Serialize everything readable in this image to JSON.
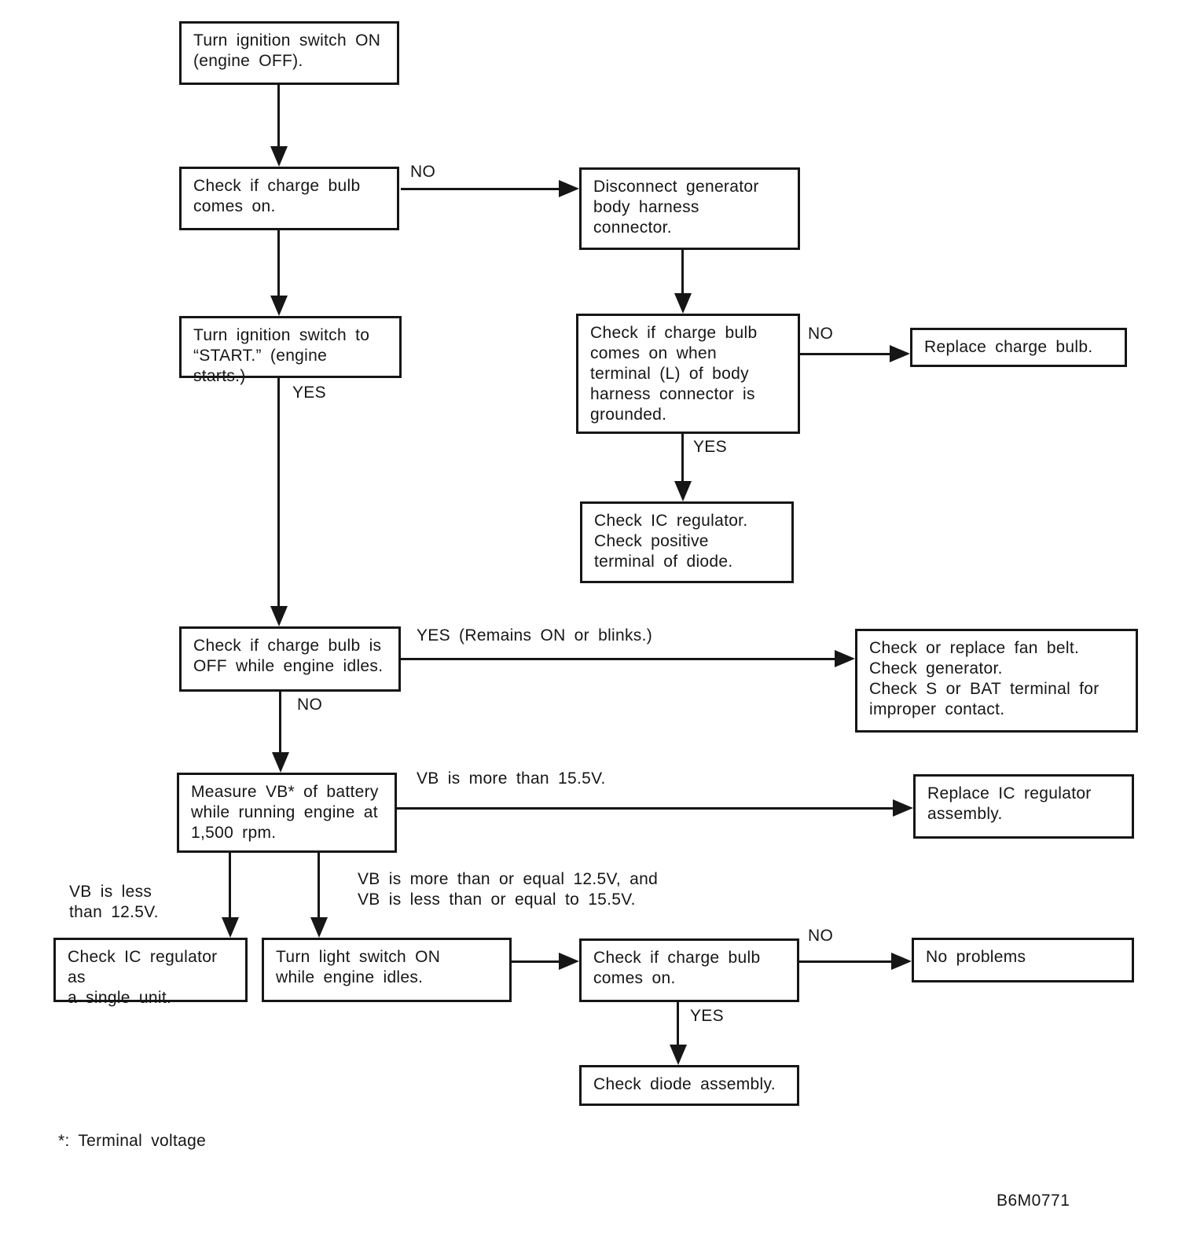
{
  "diagram": {
    "type": "flowchart",
    "subject": "charging-system-diagnosis",
    "colors": {
      "ink": "#161616",
      "paper": "#ffffff"
    },
    "nodes": {
      "ignition_on": {
        "text": "Turn ignition switch ON\n(engine OFF)."
      },
      "check_bulb_on": {
        "text": "Check if charge bulb\ncomes on."
      },
      "disconnect_connector": {
        "text": "Disconnect generator\nbody harness\nconnector."
      },
      "check_bulb_grounded": {
        "text": "Check if charge bulb\ncomes on when\nterminal (L) of body\nharness connector is\ngrounded."
      },
      "replace_bulb": {
        "text": "Replace charge bulb."
      },
      "check_ic_diode": {
        "text": "Check IC regulator.\nCheck positive\nterminal of diode."
      },
      "ignition_start": {
        "text": "Turn ignition switch to\n“START.” (engine starts.)"
      },
      "check_bulb_off_idle": {
        "text": "Check if charge bulb is\nOFF while engine idles."
      },
      "check_fan_belt": {
        "text": "Check or replace fan belt.\nCheck generator.\nCheck S or BAT terminal for\nimproper contact."
      },
      "measure_vb": {
        "text": "Measure VB* of battery\nwhile running engine at\n1,500 rpm."
      },
      "replace_ic_regulator": {
        "text": "Replace IC regulator\nassembly."
      },
      "check_ic_single": {
        "text": "Check IC regulator as\na single unit."
      },
      "light_switch_on": {
        "text": "Turn light switch ON\nwhile engine idles."
      },
      "check_bulb_on_2": {
        "text": "Check if charge bulb\ncomes on."
      },
      "no_problems": {
        "text": "No problems"
      },
      "check_diode": {
        "text": "Check diode assembly."
      }
    },
    "edge_labels": {
      "no_1": "NO",
      "no_2": "NO",
      "yes_1": "YES",
      "yes_2": "YES",
      "yes_remains": "YES (Remains ON or blinks.)",
      "no_3": "NO",
      "vb_high": "VB is more than 15.5V.",
      "vb_low": "VB is less\nthan 12.5V.",
      "vb_mid": "VB is more than or equal 12.5V, and\nVB is less than or equal to 15.5V.",
      "no_4": "NO",
      "yes_3": "YES"
    },
    "footnote": "*: Terminal voltage",
    "figure_code": "B6M0771"
  }
}
